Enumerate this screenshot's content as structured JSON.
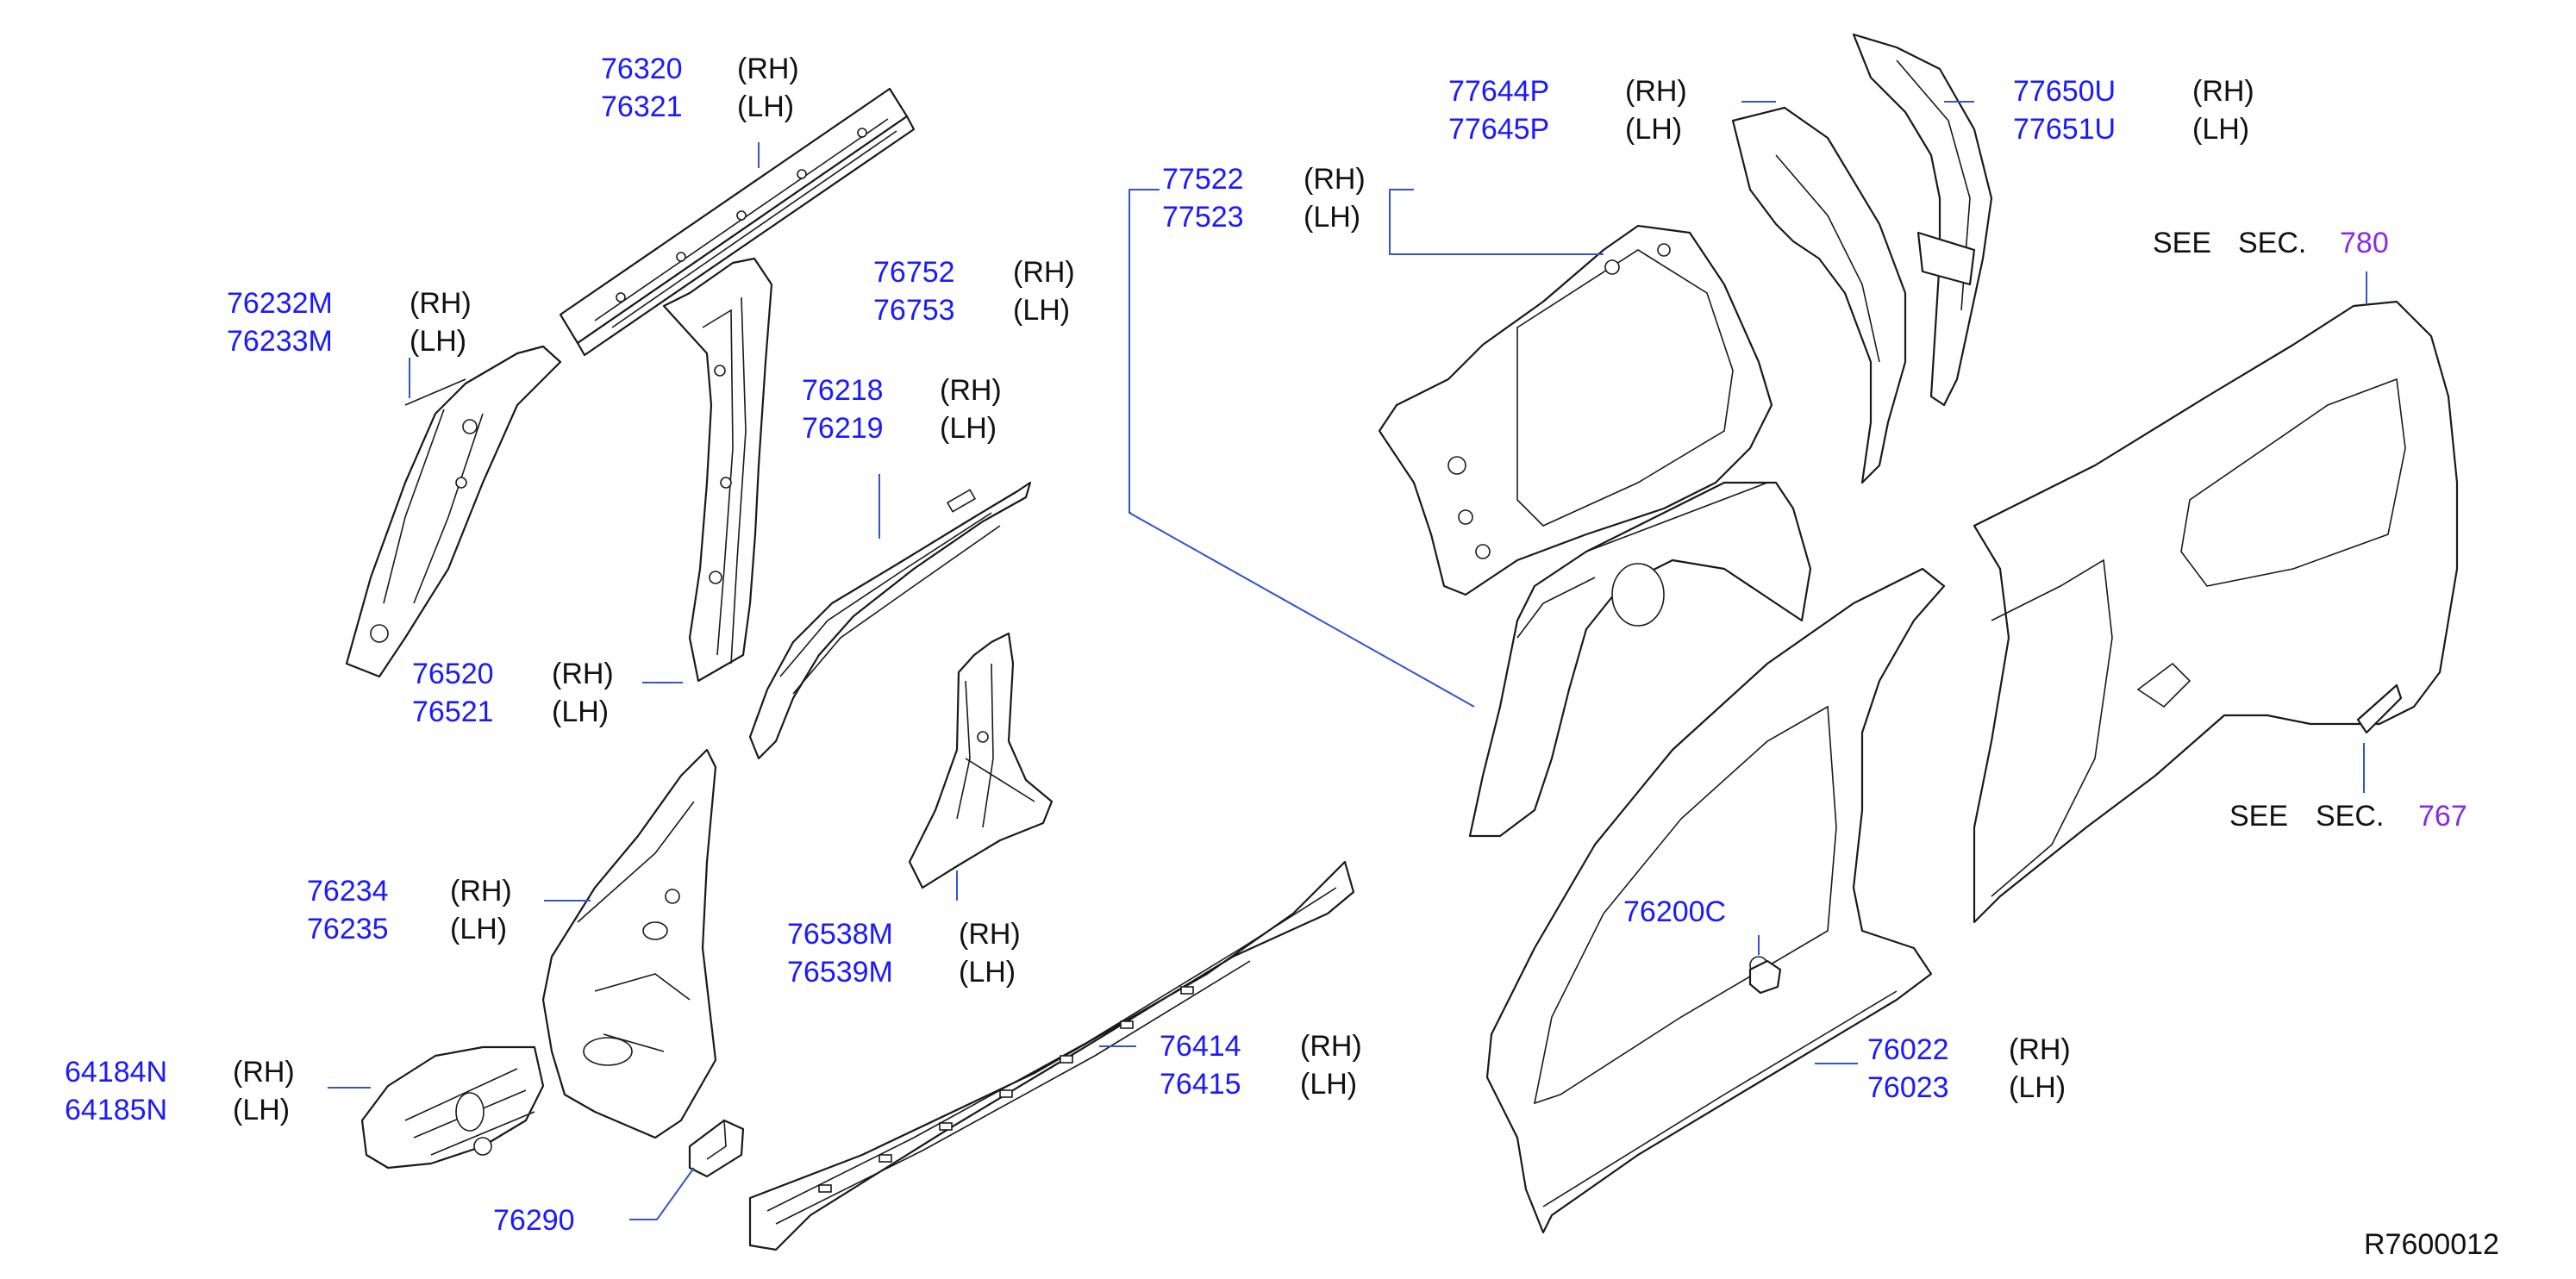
{
  "side_labels": {
    "rh": "(RH)",
    "lh": "(LH)"
  },
  "parts": {
    "p76320": {
      "rh": "76320",
      "lh": "76321"
    },
    "p76232M": {
      "rh": "76232M",
      "lh": "76233M"
    },
    "p76520": {
      "rh": "76520",
      "lh": "76521"
    },
    "p76752": {
      "rh": "76752",
      "lh": "76753"
    },
    "p76218": {
      "rh": "76218",
      "lh": "76219"
    },
    "p77522": {
      "rh": "77522",
      "lh": "77523"
    },
    "p77644P": {
      "rh": "77644P",
      "lh": "77645P"
    },
    "p77650U": {
      "rh": "77650U",
      "lh": "77651U"
    },
    "p76234": {
      "rh": "76234",
      "lh": "76235"
    },
    "p76538M": {
      "rh": "76538M",
      "lh": "76539M"
    },
    "p64184N": {
      "rh": "64184N",
      "lh": "64185N"
    },
    "p76414": {
      "rh": "76414",
      "lh": "76415"
    },
    "p76022": {
      "rh": "76022",
      "lh": "76023"
    },
    "p76290": "76290",
    "p76200C": "76200C"
  },
  "see_sections": {
    "sec780": {
      "see": "SEE",
      "sec": "SEC.",
      "num": "780"
    },
    "sec767": {
      "see": "SEE",
      "sec": "SEC.",
      "num": "767"
    }
  },
  "diagram_id": "R7600012",
  "colors": {
    "part_number": "#1a1aff",
    "section_ref": "#8a2be2",
    "leader": "#3355cc",
    "linework": "#1a1a1a"
  }
}
